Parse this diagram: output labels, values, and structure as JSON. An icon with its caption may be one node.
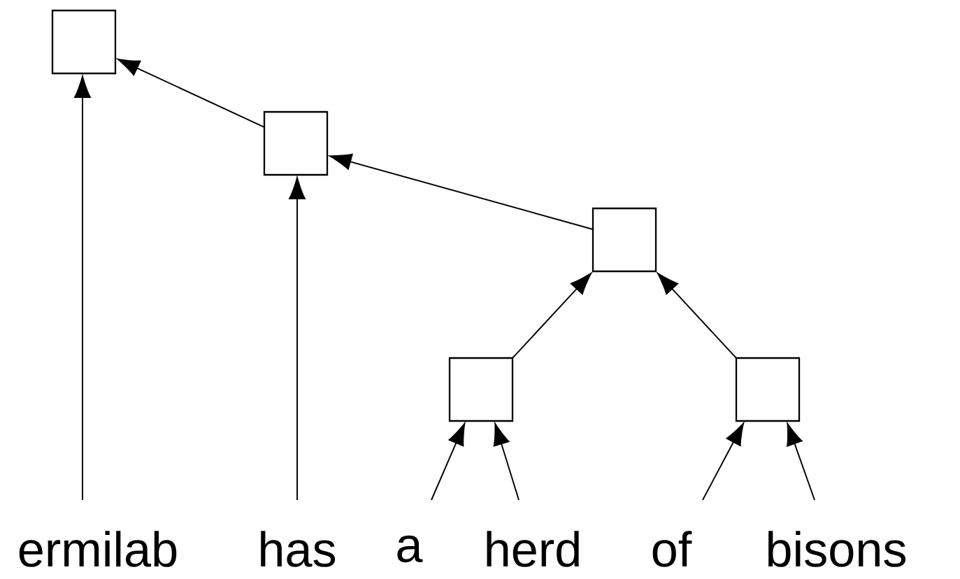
{
  "diagram": {
    "nodes": [
      {
        "text": [],
        "shape": "box"
      },
      {
        "text": [],
        "shape": "box"
      },
      {
        "text": [],
        "shape": "box"
      },
      {
        "text": [],
        "shape": "box"
      },
      {
        "text": [],
        "shape": "box"
      },
      {
        "text": [
          "ermilab"
        ]
      },
      {
        "text": [
          "has"
        ]
      },
      {
        "text": [
          "a"
        ]
      },
      {
        "text": [
          "herd"
        ]
      },
      {
        "text": [
          "of"
        ]
      },
      {
        "text": [
          "bisons"
        ]
      }
    ],
    "edges": [
      {
        "from": 1,
        "to": 0,
        "arrow": "to"
      },
      {
        "from": 2,
        "to": 1,
        "arrow": "to"
      },
      {
        "from": 3,
        "to": 2,
        "arrow": "to"
      },
      {
        "from": 4,
        "to": 2,
        "arrow": "to"
      },
      {
        "from": 5,
        "to": 0,
        "arrow": "to"
      },
      {
        "from": 6,
        "to": 1,
        "arrow": "to"
      },
      {
        "from": 7,
        "to": 3,
        "arrow": "to"
      },
      {
        "from": 8,
        "to": 3,
        "arrow": "to"
      },
      {
        "from": 9,
        "to": 4,
        "arrow": "to"
      },
      {
        "from": 10,
        "to": 4,
        "arrow": "to"
      }
    ]
  }
}
